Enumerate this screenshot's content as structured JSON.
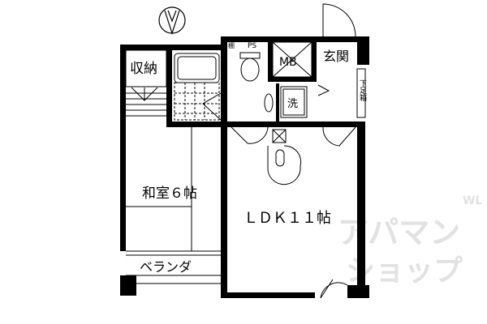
{
  "rooms": {
    "storage": "収納",
    "washitsu": "和室６帖",
    "ldk": "ＬＤＫ１１帖",
    "veranda": "ベランダ",
    "entrance": "玄関",
    "meter_box": "MB",
    "pipe_space": "PS",
    "shelf": "棚",
    "washer": "洗",
    "shoe_box": "下足箱"
  },
  "compass": {
    "direction": "north"
  },
  "watermark": {
    "line1": "アパマン",
    "line2": "ショップ",
    "mark": "WL"
  },
  "colors": {
    "wall": "#000000",
    "watermark": "#e2e2e2"
  }
}
